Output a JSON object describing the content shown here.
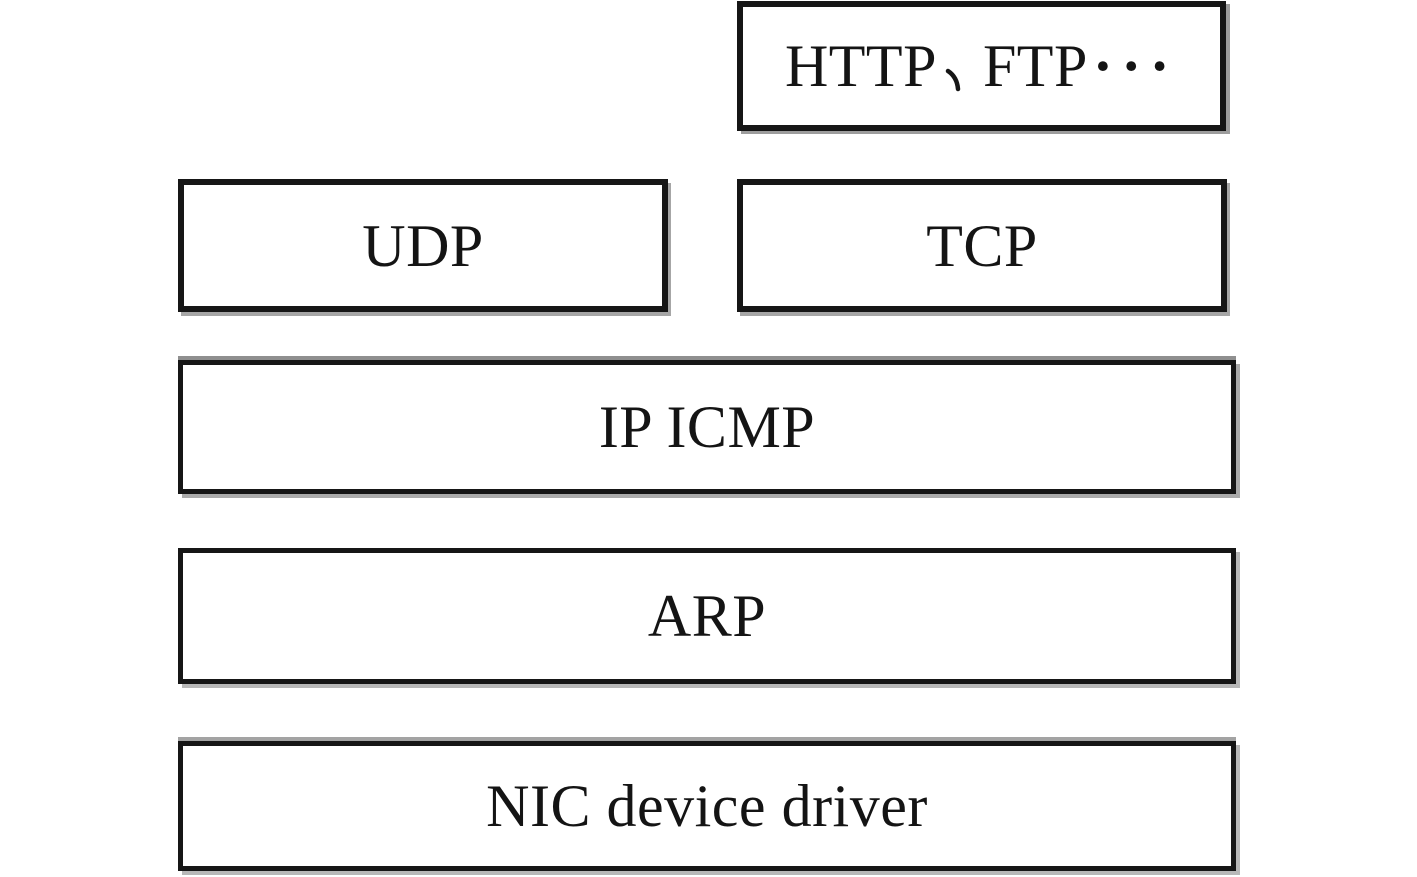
{
  "diagram": {
    "boxes": {
      "http_ftp": {
        "label_full": "HTTP、FTP···",
        "prefix": "HTTP",
        "comma": "、",
        "suffix": "FTP",
        "ellipsis": "···"
      },
      "udp": {
        "label": "UDP"
      },
      "tcp": {
        "label": "TCP"
      },
      "ip_icmp": {
        "label": "IP ICMP"
      },
      "arp": {
        "label": "ARP"
      },
      "nic_driver": {
        "label": "NIC device driver"
      }
    },
    "colors": {
      "border": "#161616",
      "text": "#141414",
      "background": "#ffffff",
      "shadow": "#a6a6a6"
    }
  }
}
